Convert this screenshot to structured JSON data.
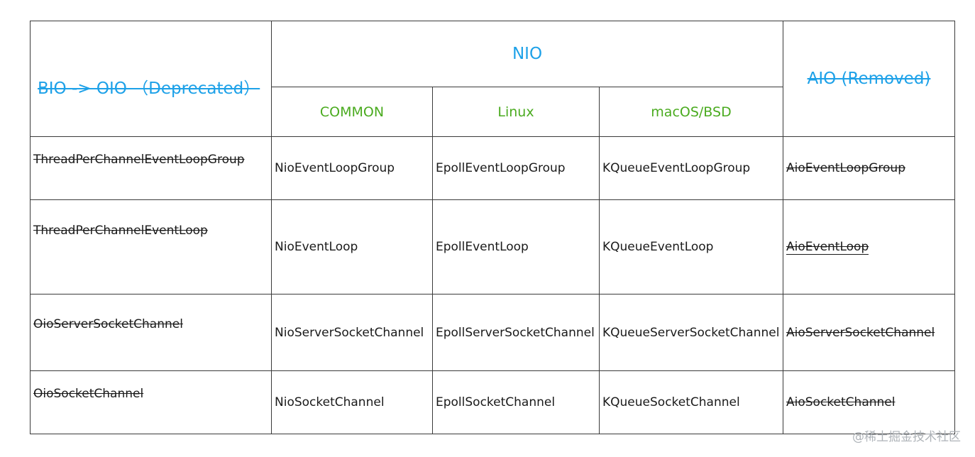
{
  "header": {
    "bio": "BIO -> OIO （Deprecated）",
    "nio": "NIO",
    "aio": "AIO (Removed)",
    "nio_sub": [
      "COMMON",
      "Linux",
      "macOS/BSD"
    ]
  },
  "rows": [
    {
      "oio": "ThreadPerChannelEventLoopGroup",
      "common": "NioEventLoopGroup",
      "linux": "EpollEventLoopGroup",
      "macos": "KQueueEventLoopGroup",
      "aio": "AioEventLoopGroup"
    },
    {
      "oio": "ThreadPerChannelEventLoop",
      "common": "NioEventLoop",
      "linux": "EpollEventLoop",
      "macos": "KQueueEventLoop",
      "aio": "AioEventLoop"
    },
    {
      "oio": "OioServerSocketChannel",
      "common": "NioServerSocketChannel",
      "linux": "EpollServerSocketChannel",
      "macos": "KQueueServerSocketChannel",
      "aio": "AioServerSocketChannel"
    },
    {
      "oio": "OioSocketChannel",
      "common": "NioSocketChannel",
      "linux": "EpollSocketChannel",
      "macos": "KQueueSocketChannel",
      "aio": "AioSocketChannel"
    }
  ],
  "watermark": "@稀土掘金技术社区",
  "colors": {
    "header_blue": "#1da1e8",
    "subheader_green": "#4aab1f",
    "border": "#3a3a3a"
  }
}
